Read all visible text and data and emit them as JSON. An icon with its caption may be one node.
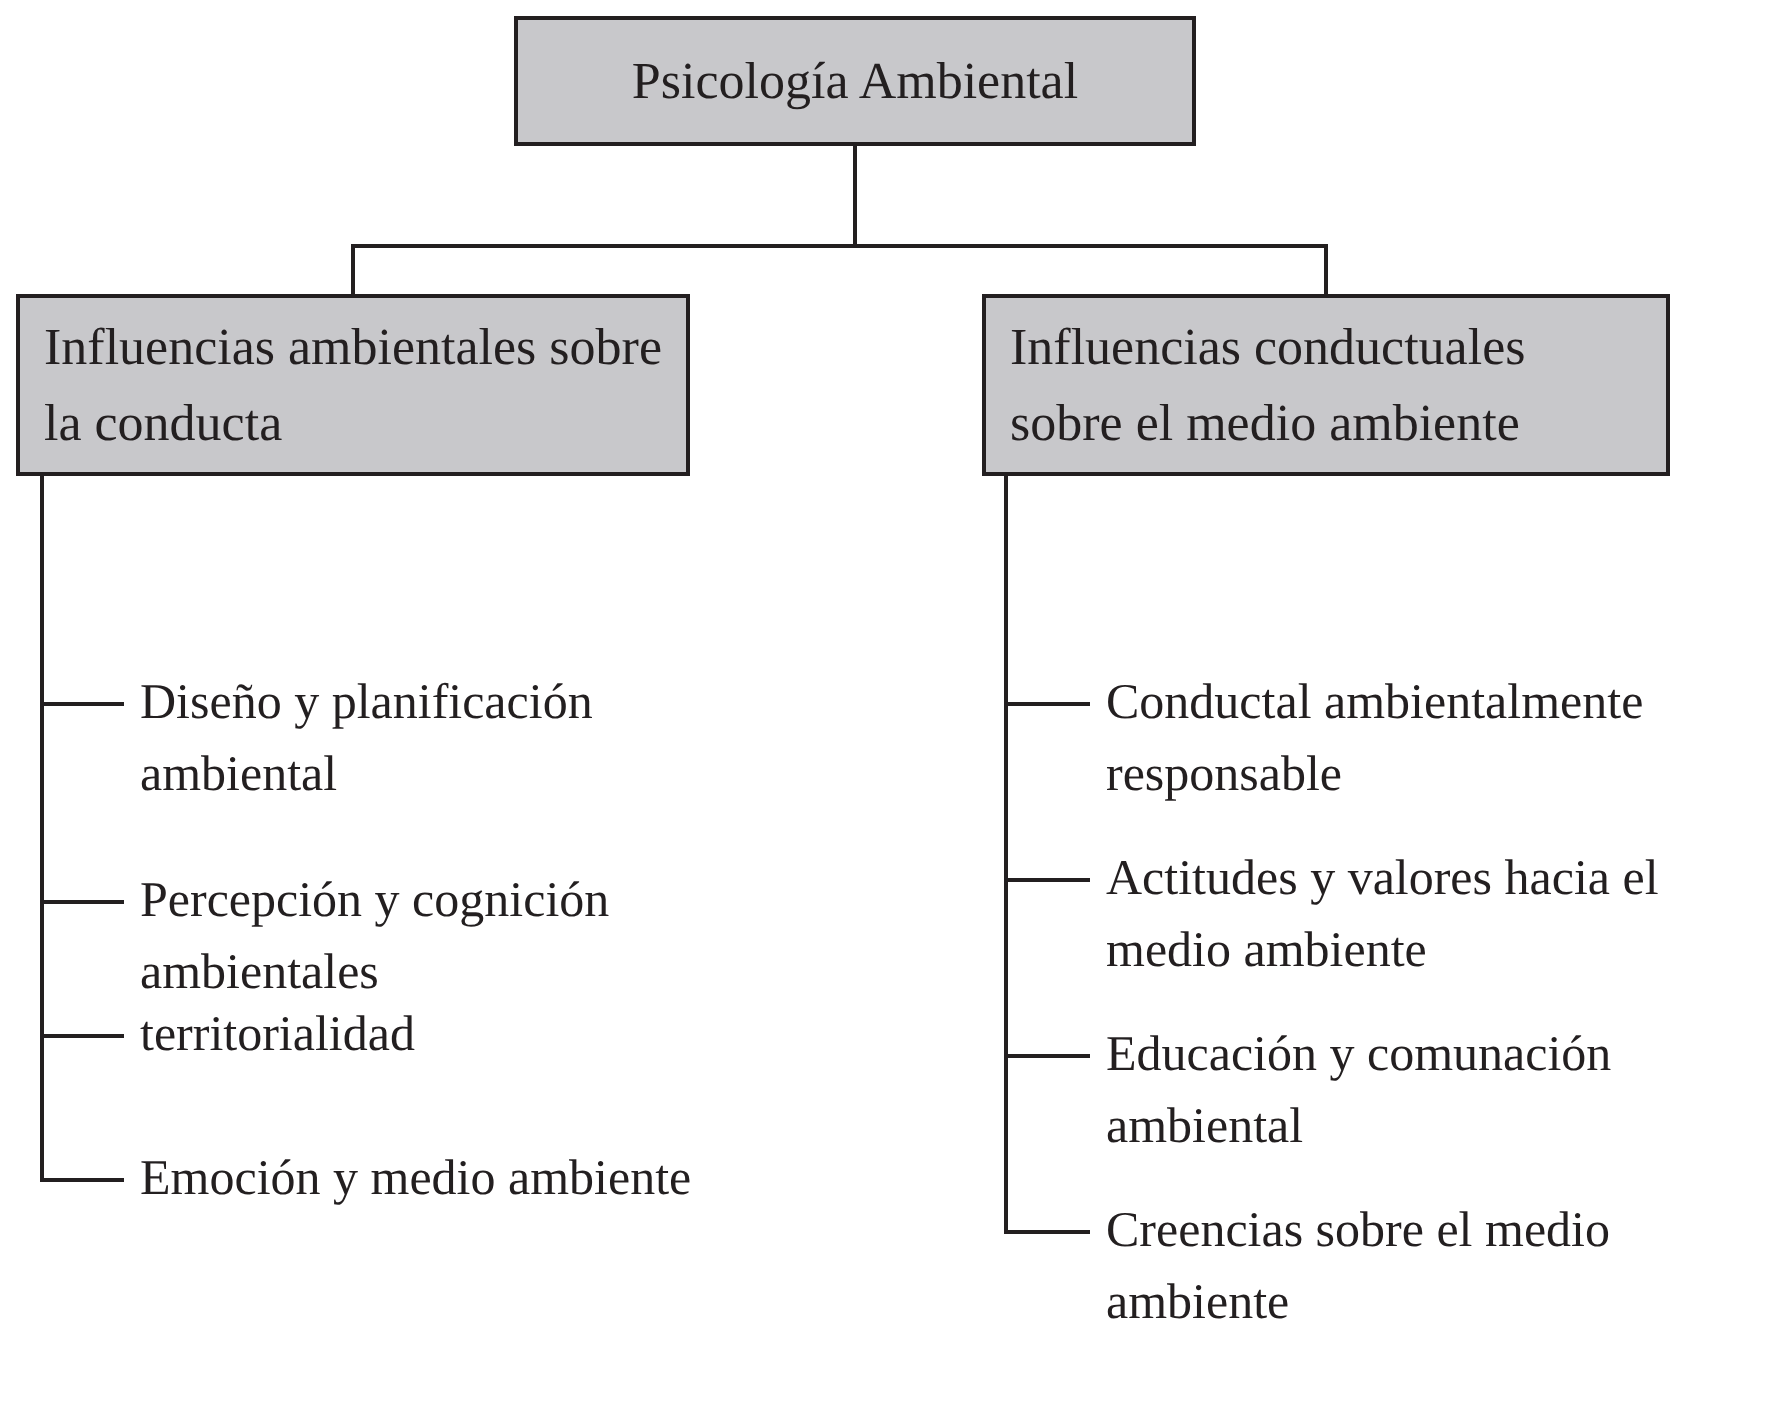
{
  "diagram": {
    "nodes": [
      {
        "text": [
          "Psicología Ambiental"
        ]
      },
      {
        "text": [
          "Influencias ambientales sobre la conducta"
        ]
      },
      {
        "text": [
          "Influencias conductuales sobre el medio ambiente"
        ]
      },
      {
        "text": [
          "Diseño y planificación ambiental"
        ]
      },
      {
        "text": [
          "Percepción y cognición ambientales"
        ]
      },
      {
        "text": [
          "territorialidad"
        ]
      },
      {
        "text": [
          "Emoción y medio ambiente"
        ]
      },
      {
        "text": [
          "Conductal ambientalmente responsable"
        ]
      },
      {
        "text": [
          "Actitudes y valores hacia el medio ambiente"
        ]
      },
      {
        "text": [
          "Educación y comunación ambiental"
        ]
      },
      {
        "text": [
          "Creencias sobre el medio ambiente"
        ]
      }
    ],
    "edges": [
      {
        "from": 0,
        "to": 1,
        "arrow": "none"
      },
      {
        "from": 0,
        "to": 2,
        "arrow": "none"
      },
      {
        "from": 1,
        "to": 3,
        "arrow": "none"
      },
      {
        "from": 1,
        "to": 4,
        "arrow": "none"
      },
      {
        "from": 1,
        "to": 5,
        "arrow": "none"
      },
      {
        "from": 1,
        "to": 6,
        "arrow": "none"
      },
      {
        "from": 2,
        "to": 7,
        "arrow": "none"
      },
      {
        "from": 2,
        "to": 8,
        "arrow": "none"
      },
      {
        "from": 2,
        "to": 9,
        "arrow": "none"
      },
      {
        "from": 2,
        "to": 10,
        "arrow": "none"
      }
    ]
  }
}
